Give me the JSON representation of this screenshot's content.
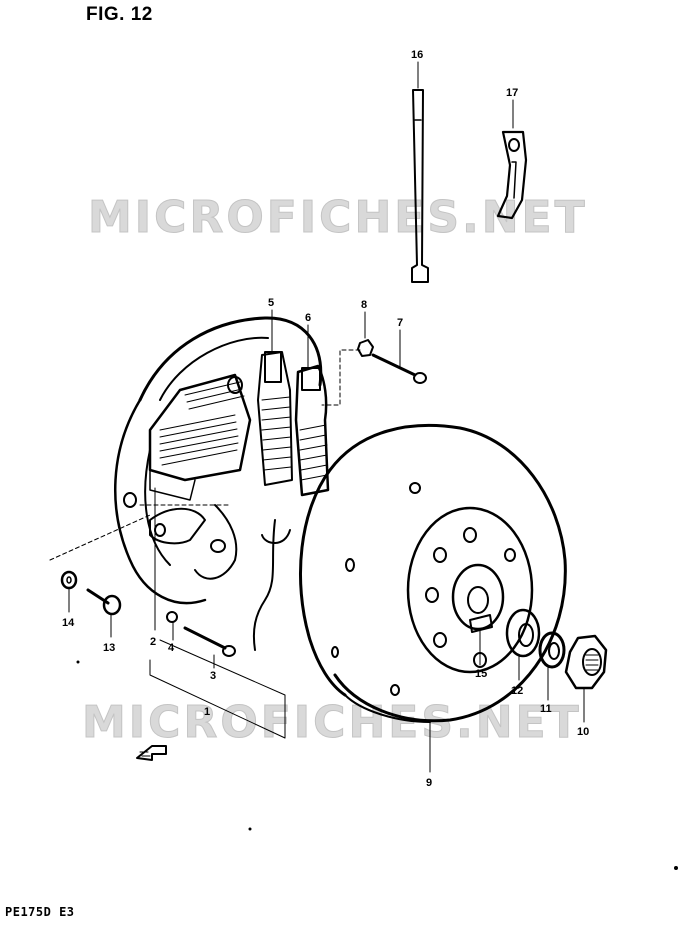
{
  "figure": {
    "title": "FIG. 12",
    "model_code": "PE175D  E3"
  },
  "watermark": {
    "text": "MICROFICHES.NET"
  },
  "callouts": [
    {
      "id": "1",
      "label": "1"
    },
    {
      "id": "2",
      "label": "2"
    },
    {
      "id": "3",
      "label": "3"
    },
    {
      "id": "4",
      "label": "4"
    },
    {
      "id": "5",
      "label": "5"
    },
    {
      "id": "6",
      "label": "6"
    },
    {
      "id": "7",
      "label": "7"
    },
    {
      "id": "8",
      "label": "8"
    },
    {
      "id": "9",
      "label": "9"
    },
    {
      "id": "10",
      "label": "10"
    },
    {
      "id": "11",
      "label": "11"
    },
    {
      "id": "12",
      "label": "12"
    },
    {
      "id": "13",
      "label": "13"
    },
    {
      "id": "14",
      "label": "14"
    },
    {
      "id": "15",
      "label": "15"
    },
    {
      "id": "16",
      "label": "16"
    },
    {
      "id": "17",
      "label": "17"
    }
  ],
  "colors": {
    "ink": "#000000",
    "paper": "#ffffff",
    "watermark": "#d9d9d9"
  },
  "icons": {
    "front_indicator": "front-arrow-icon"
  }
}
